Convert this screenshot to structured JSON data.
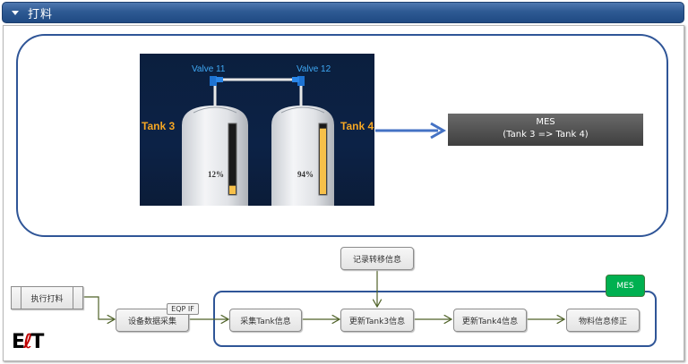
{
  "header": {
    "title": "打料",
    "collapse_icon": "caret-down-icon"
  },
  "hmi": {
    "valves": [
      {
        "label": "Valve 11"
      },
      {
        "label": "Valve 12"
      }
    ],
    "tanks": [
      {
        "label": "Tank 3",
        "level_percent": 12,
        "level_text": "12%"
      },
      {
        "label": "Tank 4",
        "level_percent": 94,
        "level_text": "94%"
      }
    ]
  },
  "mes_box": {
    "line1": "MES",
    "line2": "(Tank 3 => Tank 4)"
  },
  "flow": {
    "start": "执行打料",
    "eqp_collect": "设备数据采集",
    "eqp_tag": "EQP IF",
    "record": "记录转移信息",
    "mes_tag": "MES",
    "steps": [
      "采集Tank信息",
      "更新Tank3信息",
      "更新Tank4信息",
      "物料信息修正"
    ]
  },
  "logo": {
    "left": "E",
    "mid": "ℓ",
    "right": "T"
  },
  "colors": {
    "header": "#2e5a93",
    "frame": "#2f5597",
    "flow_arrow": "#4f6228",
    "mes_green": "#00b050",
    "tank_label": "#f5a623",
    "valve_label": "#3fa9f5"
  }
}
